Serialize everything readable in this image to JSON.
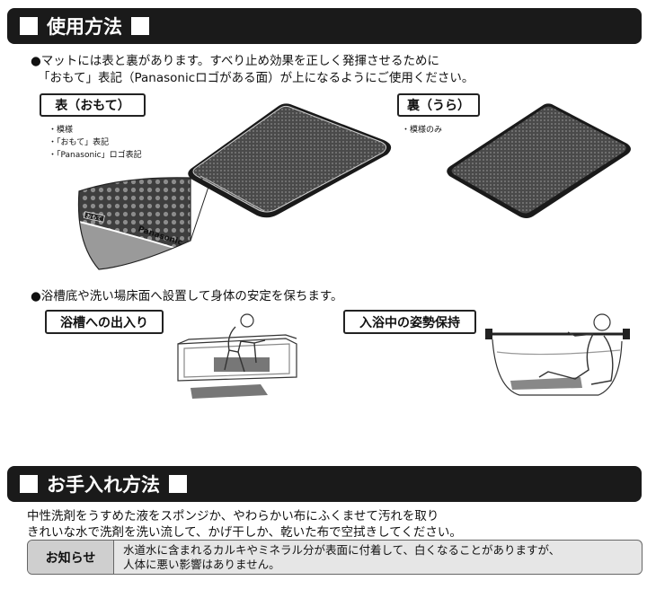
{
  "section1": {
    "title": "使用方法",
    "line1": "●マットには表と裏があります。すべり止め効果を正しく発揮させるために",
    "line2": "「おもて」表記（Panasonicロゴがある面）が上になるようにご使用ください。",
    "front": {
      "label": "表（おもて）",
      "notes": [
        "・模様",
        "・「おもて」表記",
        "・「Panasonic」ロゴ表記"
      ],
      "mat_tag": "おもて",
      "mat_logo": "Panasonic"
    },
    "back": {
      "label": "裏（うら）",
      "notes": [
        "・模様のみ"
      ]
    },
    "line3": "●浴槽底や洗い場床面へ設置して身体の安定を保ちます。",
    "use1_label": "浴槽への出入り",
    "use2_label": "入浴中の姿勢保持"
  },
  "section2": {
    "title": "お手入れ方法",
    "line1": "中性洗剤をうすめた液をスポンジか、やわらかい布にふくませて汚れを取り",
    "line2": "きれいな水で洗剤を洗い流して、かげ干しか、乾いた布で空拭きしてください。",
    "notice": {
      "label": "お知らせ",
      "line1": "水道水に含まれるカルキやミネラル分が表面に付着して、白くなることがありますが、",
      "line2": "人体に悪い影響はありません。"
    }
  }
}
